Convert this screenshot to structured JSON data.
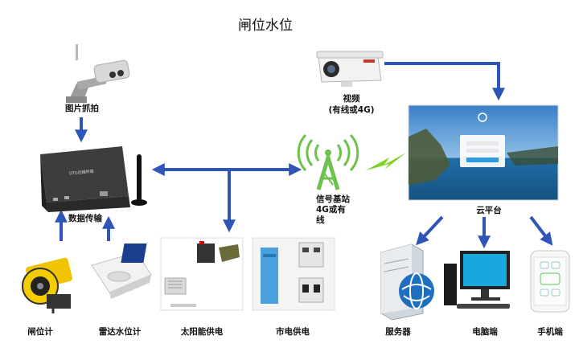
{
  "title": "闸位水位",
  "nodes": {
    "camera_label": "图片抓拍",
    "video_label_line1": "视频",
    "video_label_line2": "(有线或4G)",
    "dtu_label": "数据传输",
    "dtu_screen_text": "DTU远程终端",
    "tower_label_line1": "信号基站",
    "tower_label_line2": "4G或有",
    "tower_label_line3": "线",
    "cloud_label": "云平台",
    "gate_meter_label": "闸位计",
    "radar_label": "雷达水位计",
    "solar_label": "太阳能供电",
    "mains_label": "市电供电",
    "server_label": "服务器",
    "pc_label": "电脑端",
    "phone_label": "手机端"
  },
  "colors": {
    "arrow": "#2f55b8",
    "signal": "#7ed321",
    "sky": "#4a8fd0",
    "sea": "#1d6aa5"
  }
}
